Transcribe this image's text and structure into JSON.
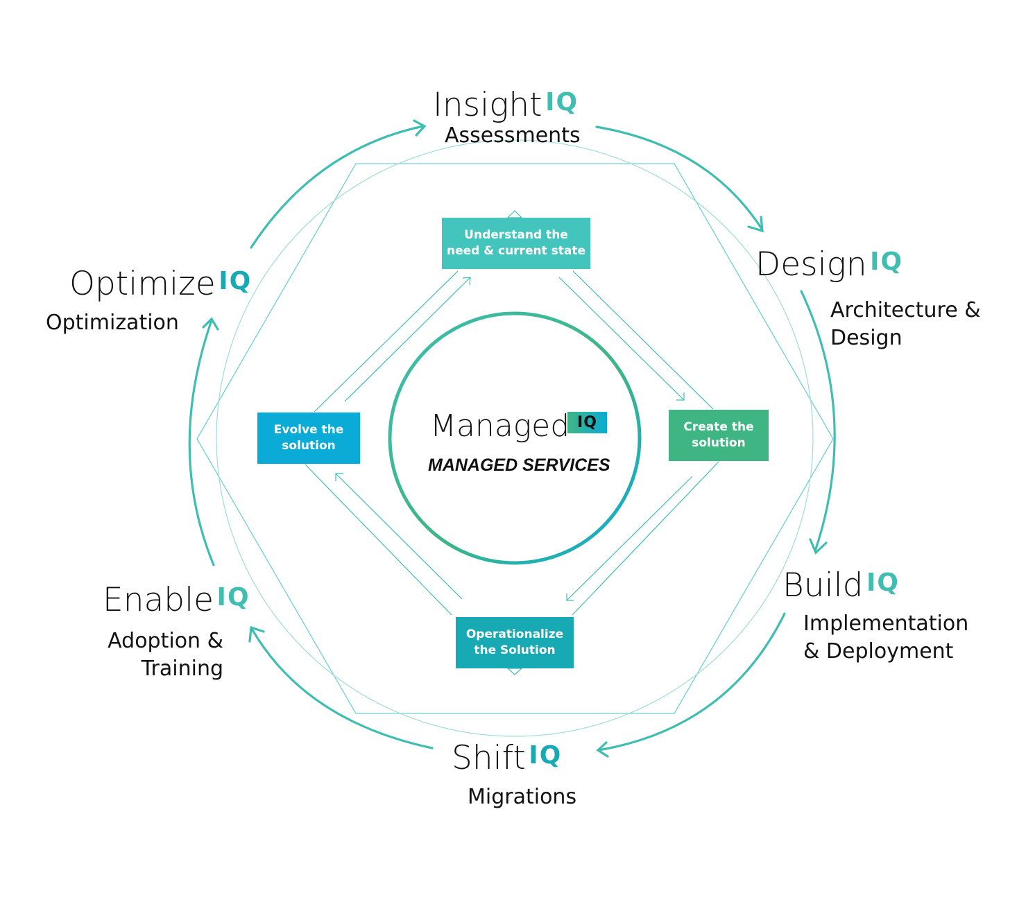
{
  "colors": {
    "teal": "#3fbdb1",
    "green": "#3fb584",
    "cyan": "#0aabd6",
    "dark_teal": "#17aab5",
    "line": "#7fd4d0"
  },
  "outer_stages": [
    {
      "id": "insight",
      "title": "Insight",
      "iq": "IQ",
      "subtitle": "Assessments"
    },
    {
      "id": "design",
      "title": "Design",
      "iq": "IQ",
      "subtitle": "Architecture &\nDesign"
    },
    {
      "id": "build",
      "title": "Build",
      "iq": "IQ",
      "subtitle": "Implementation\n& Deployment"
    },
    {
      "id": "shift",
      "title": "Shift",
      "iq": "IQ",
      "subtitle": "Migrations"
    },
    {
      "id": "enable",
      "title": "Enable",
      "iq": "IQ",
      "subtitle": "Adoption &\nTraining"
    },
    {
      "id": "optimize",
      "title": "Optimize",
      "iq": "IQ",
      "subtitle": "Optimization"
    }
  ],
  "inner_steps": [
    {
      "id": "understand",
      "label": "Understand the\nneed & current state"
    },
    {
      "id": "create",
      "label": "Create the\nsolution"
    },
    {
      "id": "operationalize",
      "label": "Operationalize\nthe Solution"
    },
    {
      "id": "evolve",
      "label": "Evolve the\nsolution"
    }
  ],
  "center": {
    "title": "Managed",
    "iq": "IQ",
    "subtitle": "MANAGED SERVICES"
  }
}
